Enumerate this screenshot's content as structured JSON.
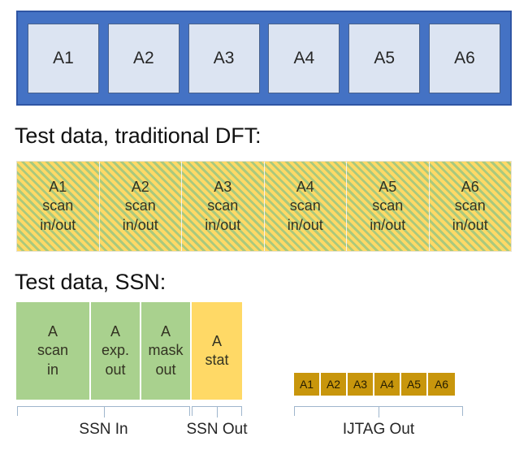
{
  "diagram": {
    "chip": {
      "name": "chip-core-row",
      "cores": [
        {
          "label": "A1"
        },
        {
          "label": "A2"
        },
        {
          "label": "A3"
        },
        {
          "label": "A4"
        },
        {
          "label": "A5"
        },
        {
          "label": "A6"
        }
      ]
    },
    "dft_section": {
      "heading": "Test data, traditional DFT:",
      "cells": [
        {
          "id": "A1",
          "line2": "scan",
          "line3": "in/out"
        },
        {
          "id": "A2",
          "line2": "scan",
          "line3": "in/out"
        },
        {
          "id": "A3",
          "line2": "scan",
          "line3": "in/out"
        },
        {
          "id": "A4",
          "line2": "scan",
          "line3": "in/out"
        },
        {
          "id": "A5",
          "line2": "scan",
          "line3": "in/out"
        },
        {
          "id": "A6",
          "line2": "scan",
          "line3": "in/out"
        }
      ]
    },
    "ssn_section": {
      "heading": "Test data, SSN:",
      "blocks": [
        {
          "id": "A",
          "line2": "scan",
          "line3": "in",
          "color": "#A9D18E",
          "width": 92
        },
        {
          "id": "A",
          "line2": "exp.",
          "line3": "out",
          "color": "#A9D18E",
          "width": 62
        },
        {
          "id": "A",
          "line2": "mask",
          "line3": "out",
          "color": "#A9D18E",
          "width": 62
        },
        {
          "id": "A",
          "line2": "stat",
          "line3": "",
          "color": "#FFD966",
          "width": 62
        }
      ]
    },
    "ijtag_section": {
      "boxes": [
        {
          "label": "A1"
        },
        {
          "label": "A2"
        },
        {
          "label": "A3"
        },
        {
          "label": "A4"
        },
        {
          "label": "A5"
        },
        {
          "label": "A6"
        }
      ]
    },
    "brackets": [
      {
        "label": "SSN In"
      },
      {
        "label": "SSN Out"
      },
      {
        "label": "IJTAG Out"
      }
    ],
    "colors": {
      "chip_frame": "#4472C4",
      "core_fill": "#DCE4F2",
      "dft_fill": "#FFD966",
      "dft_stripe": "#A9C97E",
      "ssn_green": "#A9D18E",
      "ssn_yellow": "#FFD966",
      "ijtag_gold": "#C8960C",
      "bracket": "#9FB6CD"
    }
  }
}
